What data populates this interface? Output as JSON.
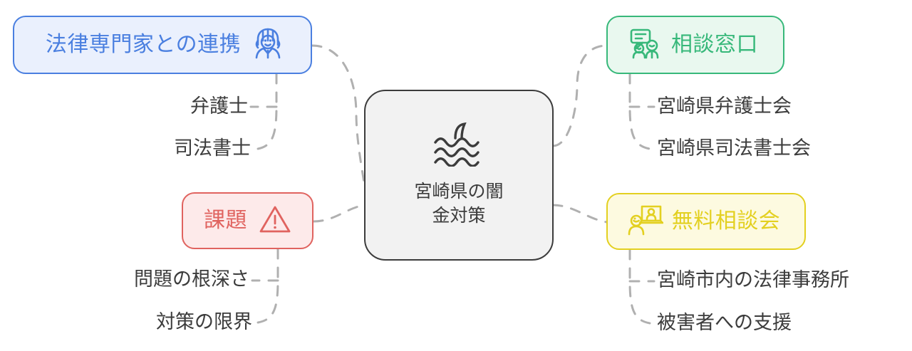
{
  "diagram": {
    "type": "mind-map",
    "background_color": "#ffffff",
    "connector_color": "#b0b0b0",
    "connector_style": "dashed"
  },
  "center": {
    "title_line1": "宮崎県の闇",
    "title_line2": "金対策",
    "icon": "waves-shark-fin-icon",
    "fill_color": "#f2f2f2",
    "border_color": "#3c3c3c",
    "text_color": "#3c3c3c"
  },
  "branches": [
    {
      "id": "legal-cooperation",
      "label": "法律専門家との連携",
      "icon": "lawyer-judge-icon",
      "color": "#4a7fe0",
      "fill": "#eaf0fd",
      "position": "top-left",
      "children": [
        {
          "label": "弁護士"
        },
        {
          "label": "司法書士"
        }
      ]
    },
    {
      "id": "consultation-desk",
      "label": "相談窓口",
      "icon": "speech-bubble-people-icon",
      "color": "#37b87a",
      "fill": "#e9f8ef",
      "position": "top-right",
      "children": [
        {
          "label": "宮崎県弁護士会"
        },
        {
          "label": "宮崎県司法書士会"
        }
      ]
    },
    {
      "id": "issues",
      "label": "課題",
      "icon": "warning-triangle-icon",
      "color": "#e0635f",
      "fill": "#fdeaea",
      "position": "bottom-left",
      "children": [
        {
          "label": "問題の根深さ"
        },
        {
          "label": "対策の限界"
        }
      ]
    },
    {
      "id": "free-consultation",
      "label": "無料相談会",
      "icon": "seminar-presentation-icon",
      "color": "#e3d020",
      "fill": "#fdfae0",
      "position": "bottom-right",
      "children": [
        {
          "label": "宮崎市内の法律事務所"
        },
        {
          "label": "被害者への支援"
        }
      ]
    }
  ]
}
